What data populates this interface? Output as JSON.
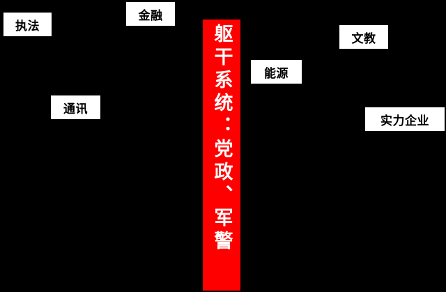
{
  "nodes": {
    "zhifa": "执法",
    "jinrong": "金融",
    "wenjiao": "文教",
    "nengyuan": "能源",
    "tongxun": "通讯",
    "shili": "实力企业"
  },
  "core": {
    "text": "躯干系统：党政、军警"
  },
  "colors": {
    "background": "#000000",
    "node_fill": "#ffffff",
    "core_fill": "#ff0000",
    "core_text": "#ffffff"
  }
}
